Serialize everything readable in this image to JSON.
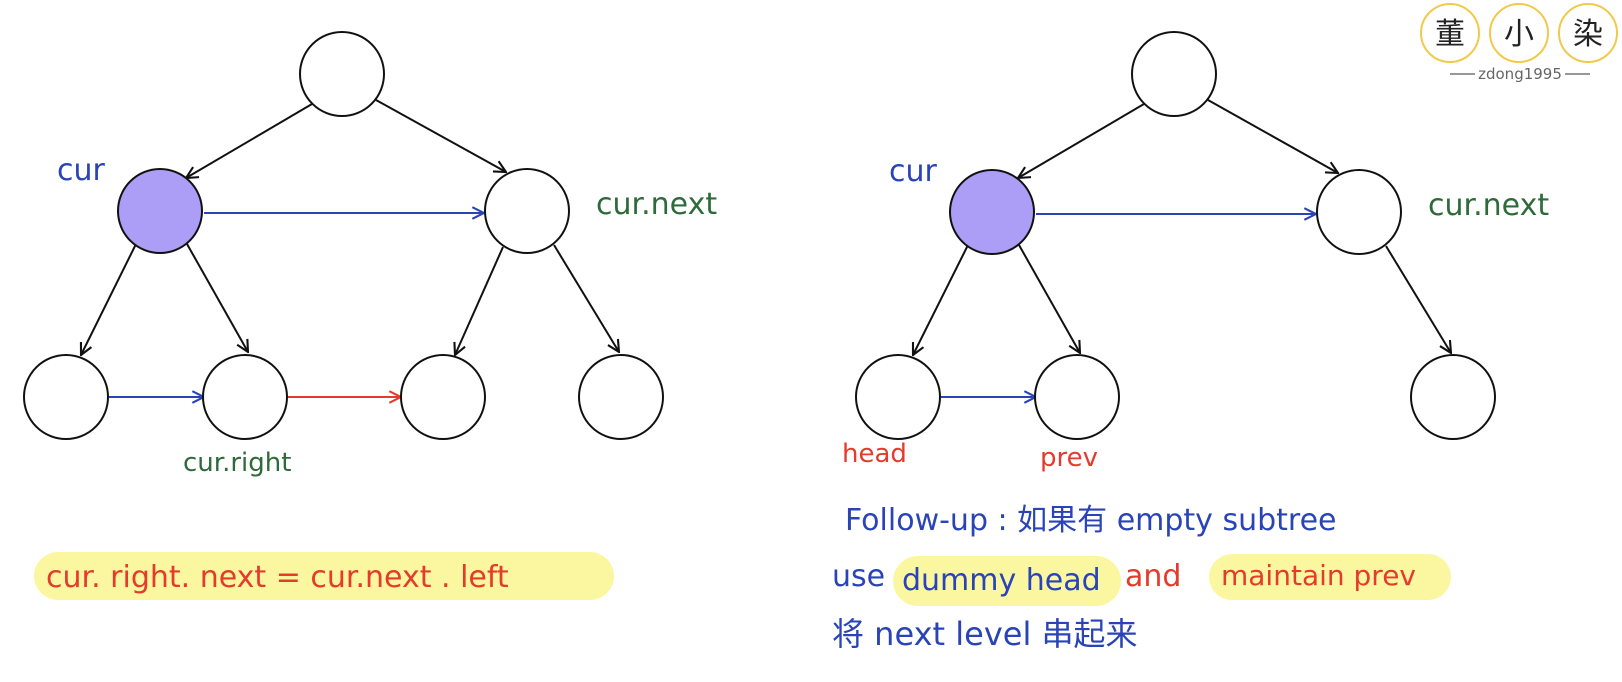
{
  "colors": {
    "blue": "#2a44b8",
    "green": "#2f6b3a",
    "red": "#e53b2c",
    "highlight": "#fbf7a0",
    "cur_fill": "#ac9ef7",
    "logo_ring": "#f2c94c"
  },
  "left": {
    "label_cur": "cur",
    "label_cur_next": "cur.next",
    "label_cur_right": "cur.right",
    "formula": "cur. right. next  =   cur.next . left"
  },
  "right": {
    "label_cur": "cur",
    "label_cur_next": "cur.next",
    "label_head": "head",
    "label_prev": "prev",
    "line1": "Follow-up :  如果有 empty   subtree",
    "line2_use": "use",
    "line2_dummy": "dummy head",
    "line2_and": "and",
    "line2_maintain": "maintain prev",
    "line3": "将 next  level  串起来"
  },
  "brand": {
    "chars": [
      "董",
      "小",
      "染"
    ],
    "handle": "zdong1995"
  }
}
